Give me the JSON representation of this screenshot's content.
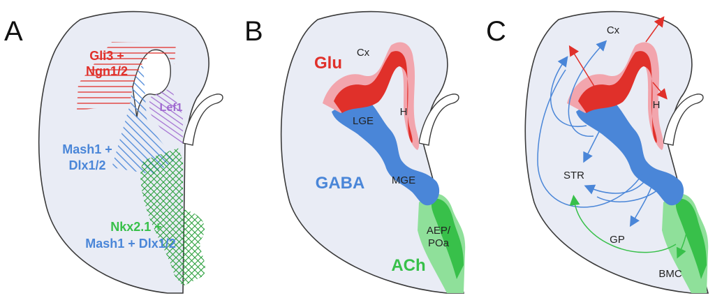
{
  "colors": {
    "outline": "#3a3a3a",
    "tissue": "#e9ecf5",
    "red": "#e0302a",
    "pink": "#f2a5ad",
    "blue": "#4a86d8",
    "blue_dark": "#3a6fc4",
    "green": "#38c04a",
    "green_light": "#8fe09a",
    "purple": "#a06ad0"
  },
  "panels": {
    "a": {
      "letter": "A",
      "gli3_line1": "Gli3 +",
      "gli3_line2": "Ngn1/2",
      "lef1": "Lef1",
      "mash1_line1": "Mash1 +",
      "mash1_line2": "Dlx1/2",
      "nkx_line1": "Nkx2.1 +",
      "nkx_line2": "Mash1 + Dlx1/2"
    },
    "b": {
      "letter": "B",
      "glu": "Glu",
      "cx": "Cx",
      "lge": "LGE",
      "h": "H",
      "gaba": "GABA",
      "mge": "MGE",
      "aep_line1": "AEP/",
      "aep_line2": "POa",
      "ach": "ACh"
    },
    "c": {
      "letter": "C",
      "cx": "Cx",
      "h": "H",
      "str": "STR",
      "gp": "GP",
      "bmc": "BMC"
    }
  }
}
